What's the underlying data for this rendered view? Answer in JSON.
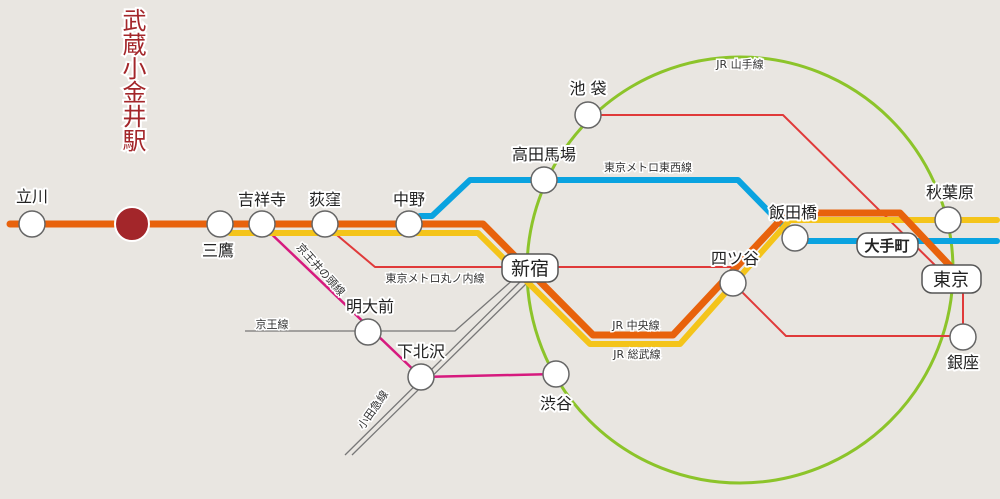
{
  "colors": {
    "background": "#e9e6e1",
    "chuo": "#e8620c",
    "sobu": "#f4c41a",
    "tozai": "#0aa3e0",
    "marunouchi": "#e03a3a",
    "yamanote": "#8cc42a",
    "inokashira": "#d61a7e",
    "keio_odakyu": "#777777",
    "home_station": "#a3262a"
  },
  "home_station": {
    "label": "武蔵小金井駅"
  },
  "stations": {
    "tachikawa": "立川",
    "mitaka": "三鷹",
    "kichijoji": "吉祥寺",
    "ogikubo": "荻窪",
    "nakano": "中野",
    "shinjuku": "新宿",
    "takadanobaba": "高田馬場",
    "ikebukuro": "池 袋",
    "iidabashi": "飯田橋",
    "yotsuya": "四ツ谷",
    "otemachi": "大手町",
    "tokyo": "東京",
    "akihabara": "秋葉原",
    "ginza": "銀座",
    "meidaimae": "明大前",
    "shimokitazawa": "下北沢",
    "shibuya": "渋谷"
  },
  "lines": {
    "yamanote": "JR 山手線",
    "tozai": "東京メトロ東西線",
    "marunouchi": "東京メトロ丸ノ内線",
    "keio": "京王線",
    "inokashira": "京王井の頭線",
    "odakyu": "小田急線",
    "chuo": "JR 中央線",
    "sobu": "JR 総武線"
  }
}
